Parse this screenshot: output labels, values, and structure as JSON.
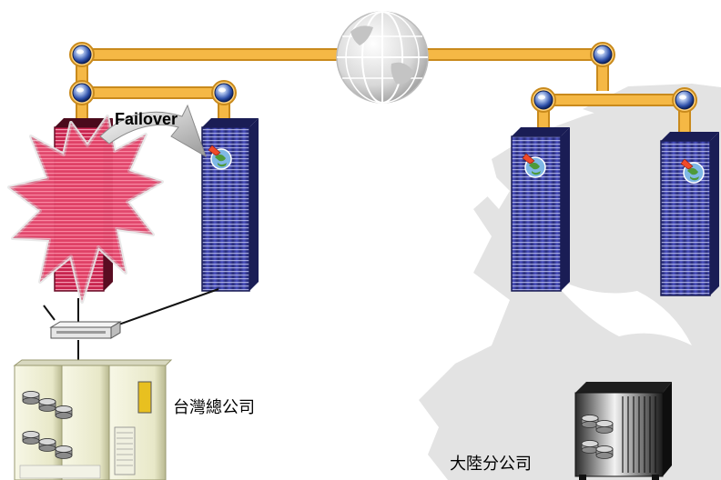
{
  "labels": {
    "failover": "Failover",
    "taiwan_hq": "台灣總公司",
    "china_branch": "大陸分公司"
  },
  "colors": {
    "link": "#f5b845",
    "link_edge": "#c98a1c",
    "server_blue": "#3a3f9e",
    "server_failed": "#d42a55",
    "explosion": "#ff6a88",
    "map_land": "#e3e3e3",
    "node_blue": "#1e3f8c"
  },
  "icons": {
    "globe": "globe-icon",
    "node": "network-node-icon",
    "web_badge": "web-globe-badge-icon",
    "switch": "network-switch-icon",
    "storage": "disk-array-icon",
    "mainframe": "mainframe-server-icon",
    "failover_arrow": "curved-arrow-icon",
    "explosion": "failure-burst-icon"
  }
}
